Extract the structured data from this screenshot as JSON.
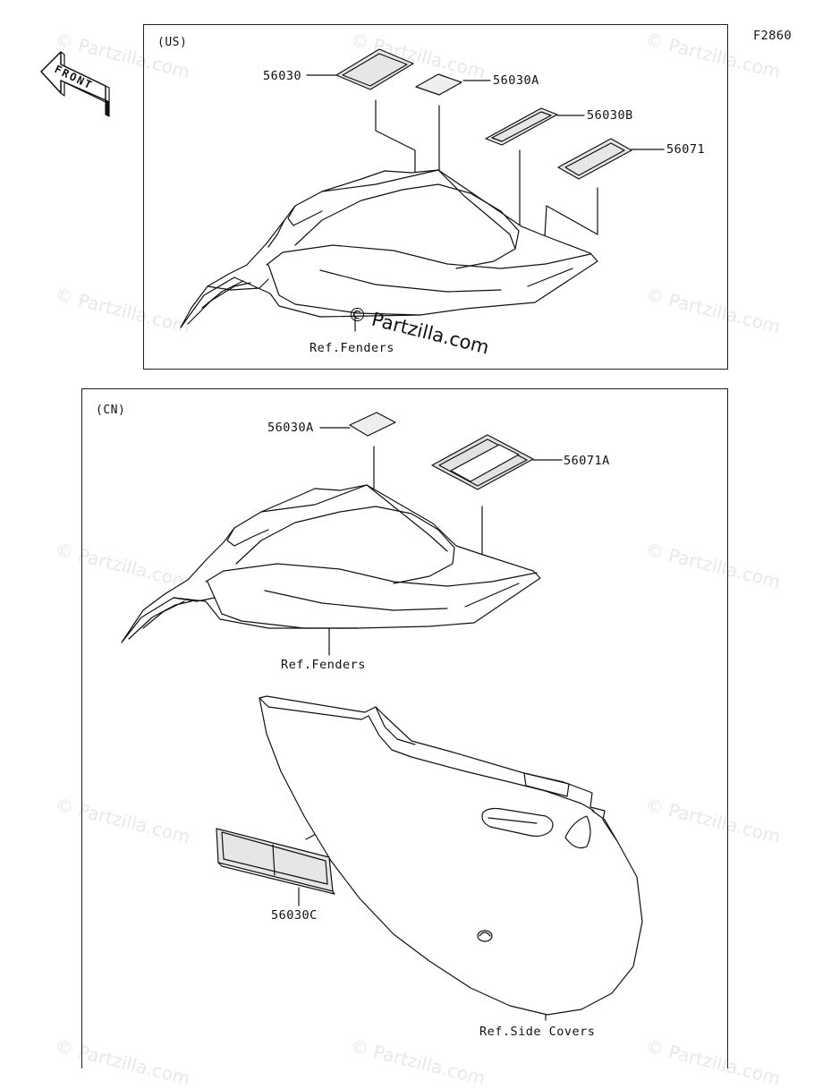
{
  "figure_code": "F2860",
  "front_label": "FRONT",
  "watermark": "© Partzilla.com",
  "panels": {
    "us": {
      "region": "(US)",
      "parts": [
        "56030",
        "56030A",
        "56030B",
        "56071"
      ],
      "ref": "Ref.Fenders"
    },
    "cn": {
      "region": "(CN)",
      "parts": [
        "56030A",
        "56071A",
        "56030C"
      ],
      "ref_fenders": "Ref.Fenders",
      "ref_side_covers": "Ref.Side Covers"
    }
  },
  "colors": {
    "line": "#111111",
    "label_fill": "#e6e6e6",
    "watermark": "#969696"
  }
}
